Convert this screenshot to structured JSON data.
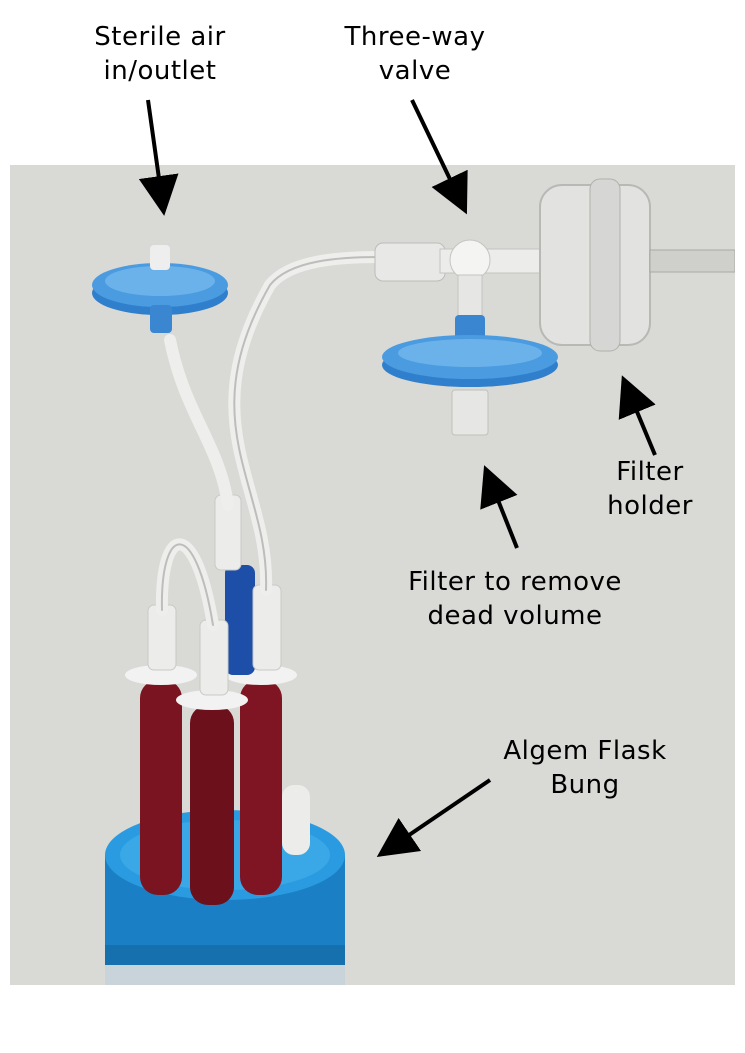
{
  "labels": {
    "sterile_air": {
      "line1": "Sterile air",
      "line2": "in/outlet"
    },
    "three_way": {
      "line1": "Three-way",
      "line2": "valve"
    },
    "filter_holder": {
      "line1": "Filter",
      "line2": "holder"
    },
    "dead_volume": {
      "line1": "Filter to remove",
      "line2": "dead volume"
    },
    "flask_bung": {
      "line1": "Algem Flask",
      "line2": "Bung"
    }
  },
  "colors": {
    "background_wall": "#d8d8d5",
    "filter_blue": "#3b8fd8",
    "bung_blue": "#1e8fd0",
    "tube_red": "#7a1420",
    "arrow": "#000000"
  }
}
